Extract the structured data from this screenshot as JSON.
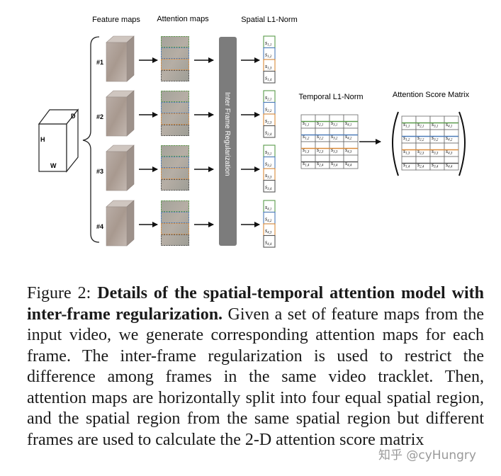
{
  "figure": {
    "column_headers": {
      "feature_maps": "Feature maps",
      "attention_maps": "Attention maps",
      "spatial_l1": "Spatial L1-Norm",
      "temporal_l1": "Temporal L1-Norm",
      "score_matrix": "Attention Score Matrix"
    },
    "input_cube": {
      "h": "H",
      "w": "W",
      "d": "D"
    },
    "regularization_label": "Inter Frame Regularization",
    "frames": [
      {
        "label": "#1",
        "scores": [
          "s1,1",
          "s1,2",
          "s1,3",
          "s1,4"
        ]
      },
      {
        "label": "#2",
        "scores": [
          "s2,1",
          "s2,2",
          "s2,3",
          "s2,4"
        ]
      },
      {
        "label": "#3",
        "scores": [
          "s3,1",
          "s3,2",
          "s3,3",
          "s3,4"
        ]
      },
      {
        "label": "#4",
        "scores": [
          "s4,1",
          "s4,2",
          "s4,3",
          "s4,4"
        ]
      }
    ],
    "temporal_matrix": [
      [
        "s1,1",
        "s2,1",
        "s3,1",
        "s4,1"
      ],
      [
        "s1,2",
        "s2,2",
        "s3,2",
        "s4,2"
      ],
      [
        "s1,3",
        "s2,3",
        "s3,3",
        "s4,3"
      ],
      [
        "s1,4",
        "s2,4",
        "s3,4",
        "s4,4"
      ]
    ],
    "score_matrix": [
      [
        "s1,1",
        "s2,1",
        "s3,1",
        "s4,1"
      ],
      [
        "s1,2",
        "s2,2",
        "s3,2",
        "s4,2"
      ],
      [
        "s1,3",
        "s2,3",
        "s3,3",
        "s4,3"
      ],
      [
        "s1,4",
        "s2,4",
        "s3,4",
        "s4,4"
      ]
    ],
    "region_colors": [
      "#5a9a4a",
      "#4a7ab8",
      "#d98a3a",
      "#555555"
    ]
  },
  "caption": {
    "label": "Figure 2:",
    "title": "Details of the spatial-temporal attention model with inter-frame regularization.",
    "body": "Given a set of feature maps from the input video, we generate corresponding at­tention maps for each frame. The inter-frame regularization is used to restrict the difference among frames in the same video tracklet. Then, attention maps are horizontally split into four equal spatial region, and the spatial region from the same spatial region but different frames are used to calculate the 2-D attention score matrix"
  },
  "watermark": "知乎 @cyHungry"
}
